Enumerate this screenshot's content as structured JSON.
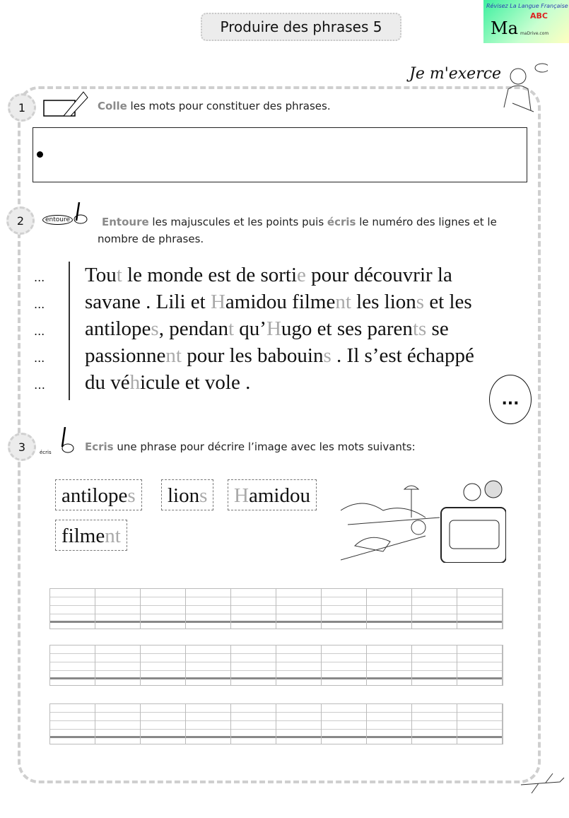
{
  "header": {
    "title": "Produire des phrases 5",
    "logo": {
      "top_text": "Révisez La Langue Française",
      "abc": "ABC",
      "ma": "Ma",
      "url": "maDrive.com"
    },
    "section_label": "Je m'exerce"
  },
  "exercise1": {
    "number": "1",
    "instruction": [
      {
        "text": "Colle",
        "kw": true
      },
      {
        "text": " les mots pour constituer des phrases.",
        "kw": false
      }
    ]
  },
  "exercise2": {
    "number": "2",
    "icon_label": "entoure",
    "instruction": [
      {
        "text": "Entoure",
        "kw": true
      },
      {
        "text": " les majuscules et les points puis ",
        "kw": false
      },
      {
        "text": "écris",
        "kw": true
      },
      {
        "text": " le numéro des lignes et le nombre de phrases.",
        "kw": false
      }
    ],
    "line_markers": [
      "...",
      "...",
      "...",
      "...",
      "…"
    ],
    "passage": [
      [
        [
          "Tou",
          false
        ],
        [
          "t",
          true
        ],
        [
          " le monde est de sorti",
          false
        ],
        [
          "e",
          true
        ],
        [
          " pour découvrir la",
          false
        ]
      ],
      [
        [
          "savane . Lili et ",
          false
        ],
        [
          "H",
          true
        ],
        [
          "amidou filme",
          false
        ],
        [
          "nt",
          true
        ],
        [
          " les lion",
          false
        ],
        [
          "s",
          true
        ],
        [
          " et les",
          false
        ]
      ],
      [
        [
          "antilope",
          false
        ],
        [
          "s",
          true
        ],
        [
          ", pendan",
          false
        ],
        [
          "t",
          true
        ],
        [
          " qu’",
          false
        ],
        [
          "H",
          true
        ],
        [
          "ugo et ses paren",
          false
        ],
        [
          "ts",
          true
        ],
        [
          " se",
          false
        ]
      ],
      [
        [
          "passionne",
          false
        ],
        [
          "nt",
          true
        ],
        [
          " pour les babouin",
          false
        ],
        [
          "s",
          true
        ],
        [
          " . Il s’est échappé",
          false
        ]
      ],
      [
        [
          "du vé",
          false
        ],
        [
          "h",
          true
        ],
        [
          "icule et vole .",
          false
        ]
      ]
    ],
    "sentence_count": "..."
  },
  "exercise3": {
    "number": "3",
    "icon_label": "écris",
    "instruction": [
      {
        "text": "Ecris",
        "kw": true
      },
      {
        "text": " une phrase pour décrire l’image avec les mots suivants:",
        "kw": false
      }
    ],
    "words": [
      [
        [
          "antilope",
          false
        ],
        [
          "s",
          true
        ]
      ],
      [
        [
          "lion",
          false
        ],
        [
          "s",
          true
        ]
      ],
      [
        [
          "H",
          true
        ],
        [
          "amidou",
          false
        ]
      ],
      [
        [
          "filme",
          false
        ],
        [
          "nt",
          true
        ]
      ]
    ]
  }
}
